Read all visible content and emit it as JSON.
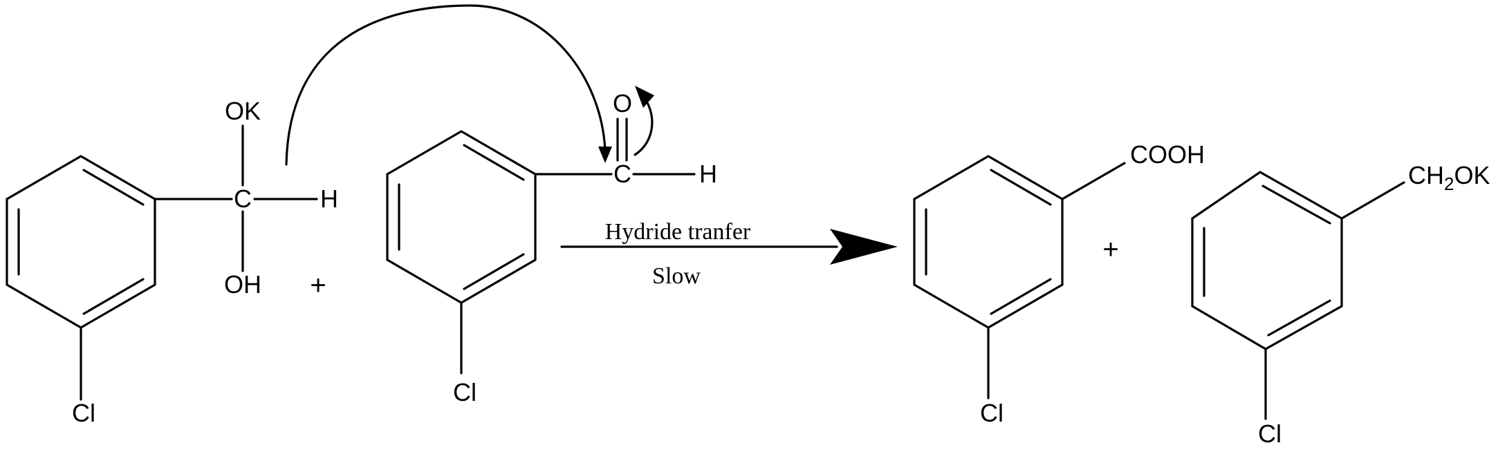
{
  "reactant_1": {
    "substituent_top": "OK",
    "center": "C",
    "substituent_right": "H",
    "substituent_bottom": "OH",
    "ring_substituent": "Cl"
  },
  "plus_1": "+",
  "reactant_2": {
    "oxygen": "O",
    "center": "C",
    "substituent_right": "H",
    "ring_substituent": "Cl"
  },
  "reaction_arrow": {
    "label_above": "Hydride tranfer",
    "label_below": "Slow"
  },
  "product_1": {
    "group": "COOH",
    "ring_substituent": "Cl"
  },
  "plus_2": "+",
  "product_2": {
    "group_prefix": "CH",
    "group_subscript": "2",
    "group_suffix": "OK",
    "ring_substituent": "Cl"
  },
  "colors": {
    "ink": "#000000",
    "background": "#ffffff"
  }
}
